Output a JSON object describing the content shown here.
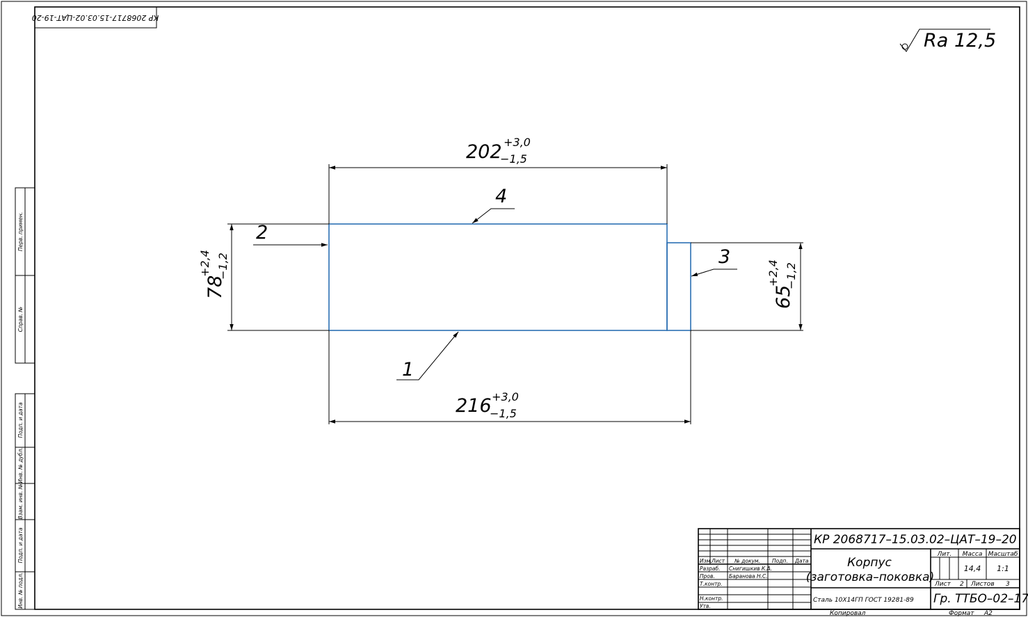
{
  "stamp_code": "КР 2068717-15.03.02-ЦАТ-19-20",
  "roughness": {
    "symbol": "Ra",
    "value": "12,5"
  },
  "dimensions": {
    "top": {
      "nominal": "202",
      "upper": "+3,0",
      "lower": "−1,5"
    },
    "bottom": {
      "nominal": "216",
      "upper": "+3,0",
      "lower": "−1,5"
    },
    "left": {
      "nominal": "78",
      "upper": "+2,4",
      "lower": "−1,2"
    },
    "right": {
      "nominal": "65",
      "upper": "+2,4",
      "lower": "−1,2"
    }
  },
  "callouts": {
    "c1": "1",
    "c2": "2",
    "c3": "3",
    "c4": "4"
  },
  "side_strip": {
    "perv_primen": "Перв. примен.",
    "sprav_no": "Справ. №",
    "podp_data_1": "Подп. и дата",
    "inv_dubl": "Инв. № дубл.",
    "vzam_inv": "Взам. инв. №",
    "podp_data_2": "Подп. и дата",
    "inv_podl": "Инв. № подл."
  },
  "title_block": {
    "designation": "КР 2068717–15.03.02–ЦАТ–19–20",
    "name_line1": "Корпус",
    "name_line2": "(заготовка–поковка)",
    "material": "Сталь 10Х14ГП ГОСТ 19281-89",
    "group": "Гр. ТТБО–02–17",
    "lit_header": "Лит.",
    "mass_header": "Масса",
    "scale_header": "Масштаб",
    "mass_value": "14,4",
    "scale_value": "1:1",
    "sheet_label": "Лист",
    "sheet_value": "2",
    "sheets_label": "Листов",
    "sheets_value": "3",
    "col_izm": "Изм.",
    "col_list": "Лист",
    "col_doc": "№ докум.",
    "col_podp": "Подп.",
    "col_data": "Дата",
    "role_razrab": "Разраб.",
    "role_prov": "Пров.",
    "role_tkontr": "Т.контр.",
    "role_nkontr": "Н.контр.",
    "role_utv": "Утв.",
    "name_razrab": "Снигишкив К.А.",
    "name_prov": "Баранова Н.С.",
    "copied": "Копировал",
    "format_label": "Формат",
    "format_value": "A2"
  }
}
